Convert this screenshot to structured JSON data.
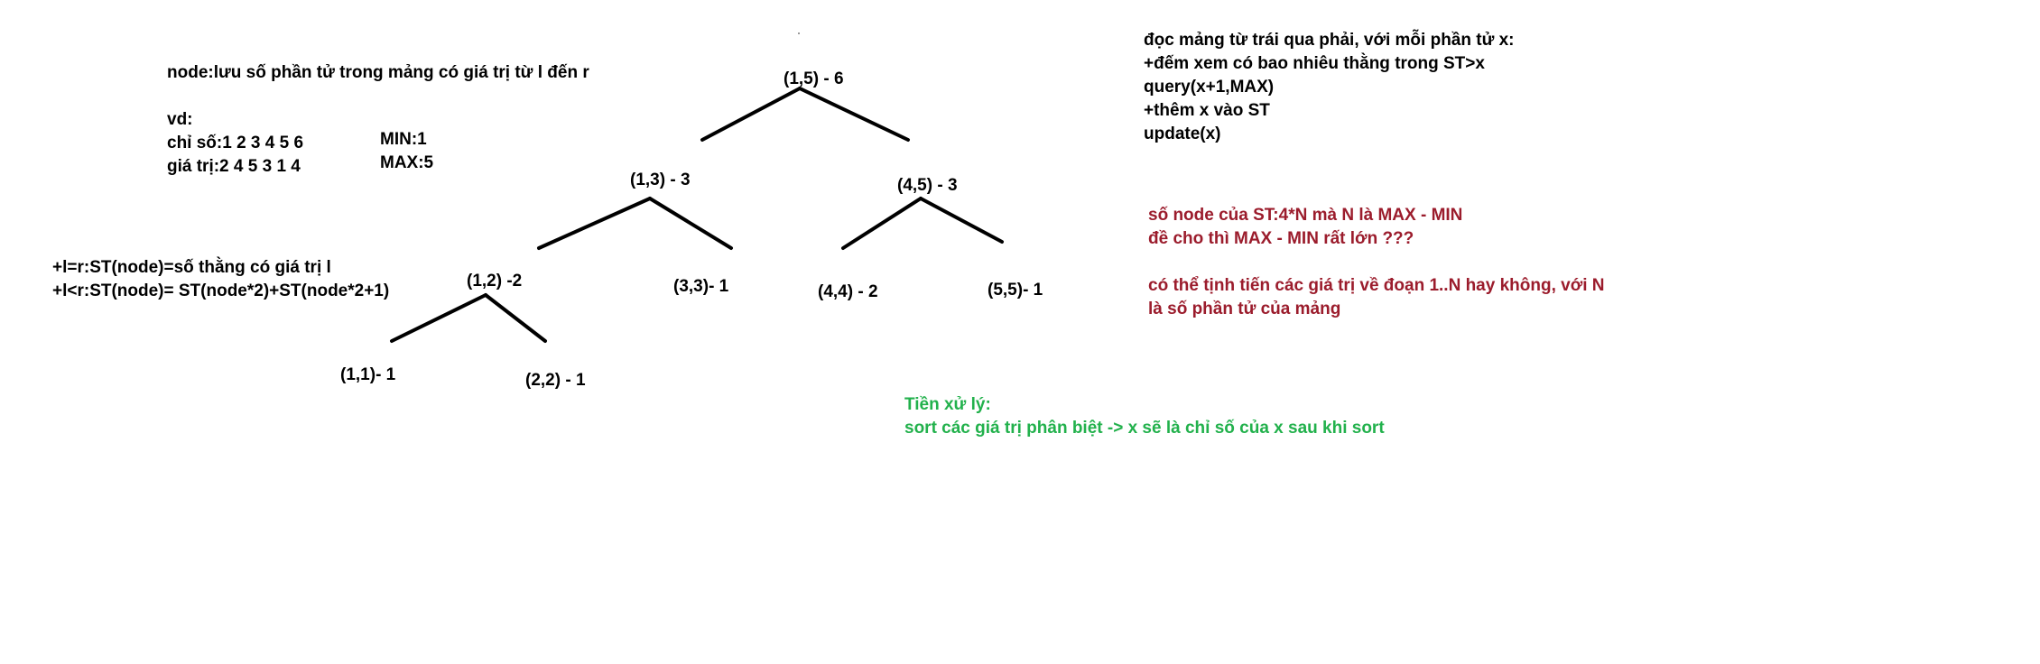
{
  "definition": "node:lưu số phần tử trong mảng có giá trị từ l đến r",
  "example": {
    "label": "vd:",
    "indices": "chỉ số:1 2 3 4 5 6",
    "values": "giá trị:2 4 5 3 1 4",
    "min": "MIN:1",
    "max": "MAX:5"
  },
  "rules": [
    "+l=r:ST(node)=số thằng có giá trị l",
    "+l<r:ST(node)= ST(node*2)+ST(node*2+1)"
  ],
  "tree": {
    "root": "(1,5) - 6",
    "n13": "(1,3) - 3",
    "n45": "(4,5) - 3",
    "n12": "(1,2) -2",
    "n33": "(3,3)- 1",
    "n44": "(4,4) - 2",
    "n55": "(5,5)- 1",
    "n11": "(1,1)- 1",
    "n22": "(2,2) - 1"
  },
  "algorithm": [
    "đọc mảng từ trái qua phải, với mỗi phần tử x:",
    "+đếm xem có bao nhiêu thằng trong ST>x",
    "query(x+1,MAX)",
    "+thêm x vào ST",
    "update(x)"
  ],
  "issue": {
    "line1": "số node của ST:4*N mà N là MAX - MIN",
    "line2": "đề cho thì MAX - MIN rất lớn ???",
    "line3": "có thể tịnh tiến các giá trị về đoạn 1..N hay không, với N",
    "line4": "là số phần tử của mảng"
  },
  "preprocessing": {
    "title": "Tiền xử lý:",
    "body": "sort các giá trị phân biệt -> x sẽ là chỉ số của x sau khi sort"
  },
  "colors": {
    "text": "#000000",
    "issue": "#9b1c2c",
    "preprocessing": "#22b14c",
    "edge": "#000000"
  }
}
